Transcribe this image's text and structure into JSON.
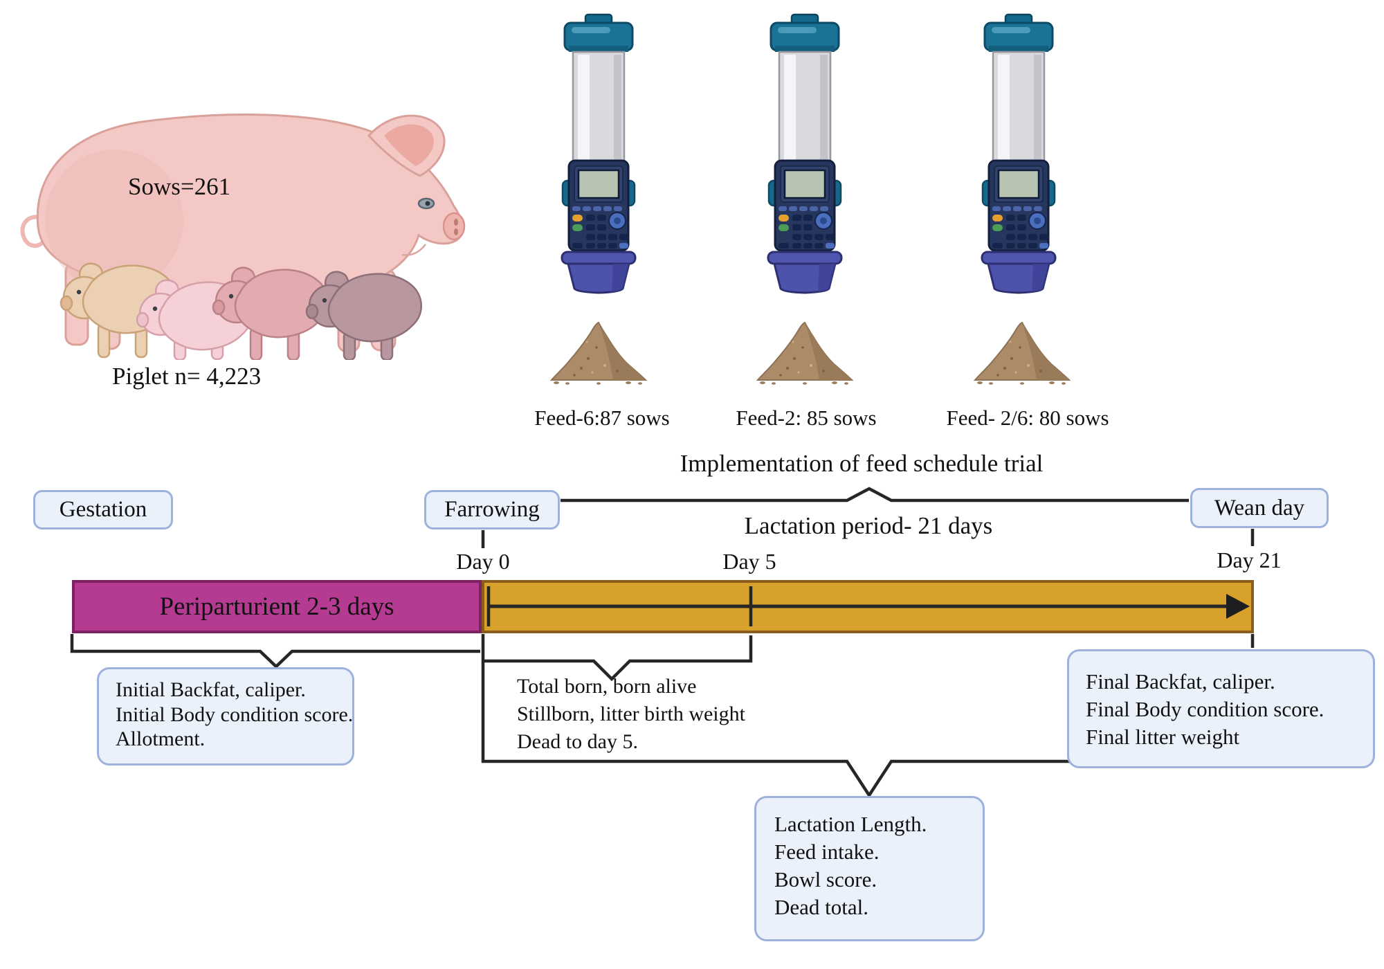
{
  "colors": {
    "note_box_fill": "#eaf1fb",
    "note_box_border": "#9db1dc",
    "periparturient_fill": "#b53a92",
    "periparturient_border": "#7c2262",
    "lactation_bar_fill": "#d7a12c",
    "lactation_bar_border": "#8a5c1d",
    "connector_line": "#262626",
    "feeder_cap_teal": "#1a7295",
    "feeder_bucket_blue": "#4d52aa",
    "feed_pile_tan": "#ac8b68",
    "sow_pink": "#f4c9c5"
  },
  "herd": {
    "sows_label": "Sows=261",
    "piglets_label": "Piglet n= 4,223"
  },
  "feed_groups": [
    {
      "label": "Feed-6:87 sows"
    },
    {
      "label": "Feed-2: 85 sows"
    },
    {
      "label": "Feed- 2/6: 80 sows"
    }
  ],
  "trial": {
    "implementation_label": "Implementation of feed schedule trial",
    "lactation_period_label": "Lactation period- 21 days"
  },
  "stages": {
    "gestation": "Gestation",
    "farrowing": "Farrowing",
    "wean_day": "Wean day"
  },
  "days": {
    "day0": "Day 0",
    "day5": "Day 5",
    "day21": "Day 21"
  },
  "timeline": {
    "periparturient_label": "Periparturient 2-3 days"
  },
  "notes": {
    "initial": {
      "lines": [
        "Initial Backfat, caliper.",
        "Initial Body condition score.",
        "Allotment."
      ]
    },
    "birth": {
      "lines": [
        "Total born, born alive",
        "Stillborn, litter birth weight",
        "Dead to day 5."
      ]
    },
    "final": {
      "lines": [
        "Final Backfat, caliper.",
        "Final Body condition score.",
        "Final litter weight"
      ]
    },
    "lactation": {
      "lines": [
        "Lactation Length.",
        "Feed intake.",
        "Bowl score.",
        "Dead total."
      ]
    }
  }
}
